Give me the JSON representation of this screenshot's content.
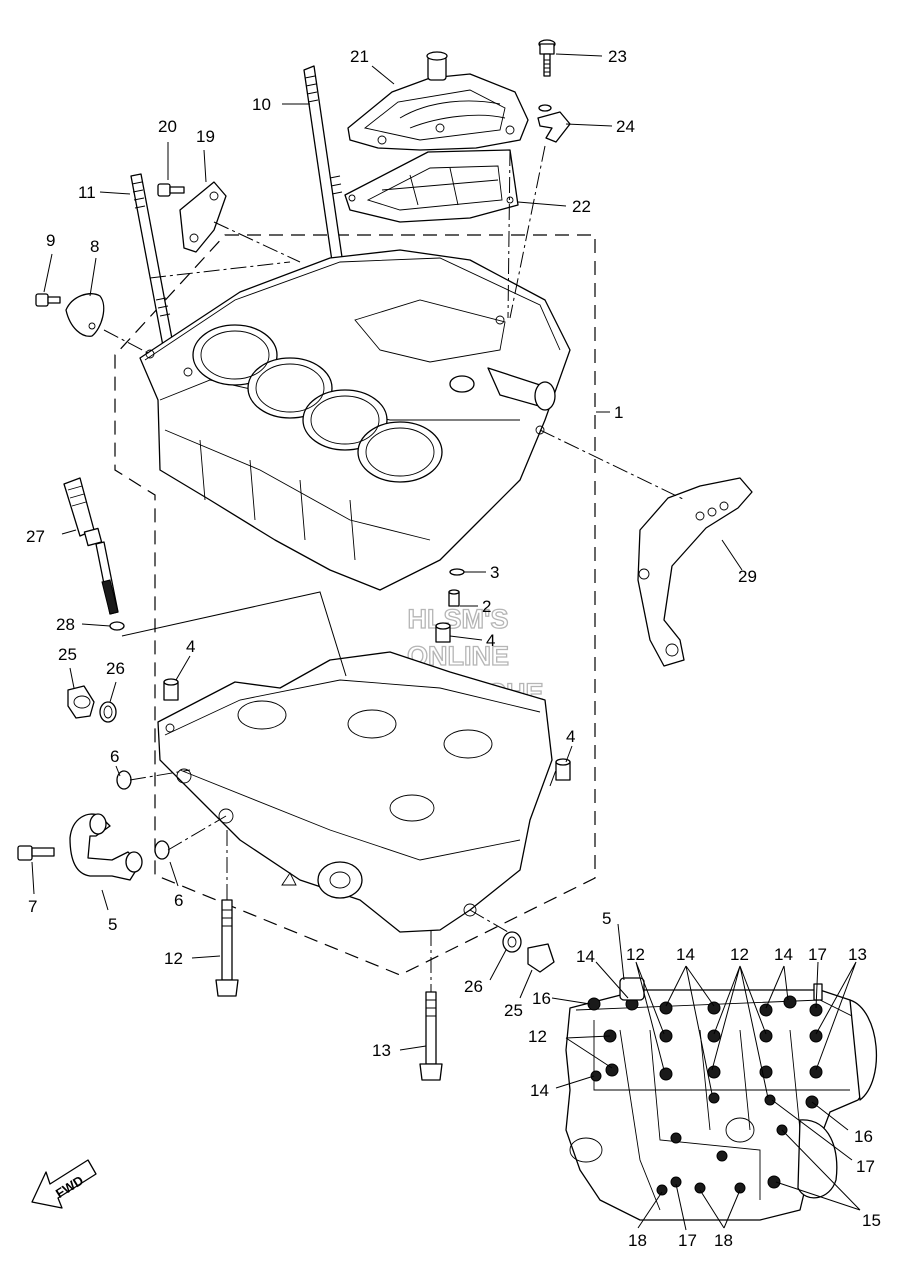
{
  "watermark": {
    "line1": "HLSM'S",
    "line2": "ONLINE",
    "line3": "MICROFICHE"
  },
  "fwd_label": "FWD",
  "icons": {
    "fwd_arrow": "arrow-fwd-icon"
  },
  "callouts": {
    "c1": "1",
    "c2": "2",
    "c3": "3",
    "c4a": "4",
    "c4b": "4",
    "c4c": "4",
    "c5a": "5",
    "c5b": "5",
    "c6a": "6",
    "c6b": "6",
    "c7": "7",
    "c8": "8",
    "c9": "9",
    "c10": "10",
    "c11": "11",
    "c12a": "12",
    "c13a": "13",
    "c19": "19",
    "c20": "20",
    "c21": "21",
    "c22": "22",
    "c23": "23",
    "c24": "24",
    "c25a": "25",
    "c25b": "25",
    "c26a": "26",
    "c26b": "26",
    "c27": "27",
    "c28": "28",
    "c29": "29"
  },
  "inset_callouts": {
    "i14a": "14",
    "i12a": "12",
    "i14b": "14",
    "i12b": "12",
    "i14c": "14",
    "i17a": "17",
    "i13": "13",
    "i16a": "16",
    "i12c": "12",
    "i14d": "14",
    "i16b": "16",
    "i17b": "17",
    "i15": "15",
    "i18a": "18",
    "i17c": "17",
    "i18b": "18"
  }
}
